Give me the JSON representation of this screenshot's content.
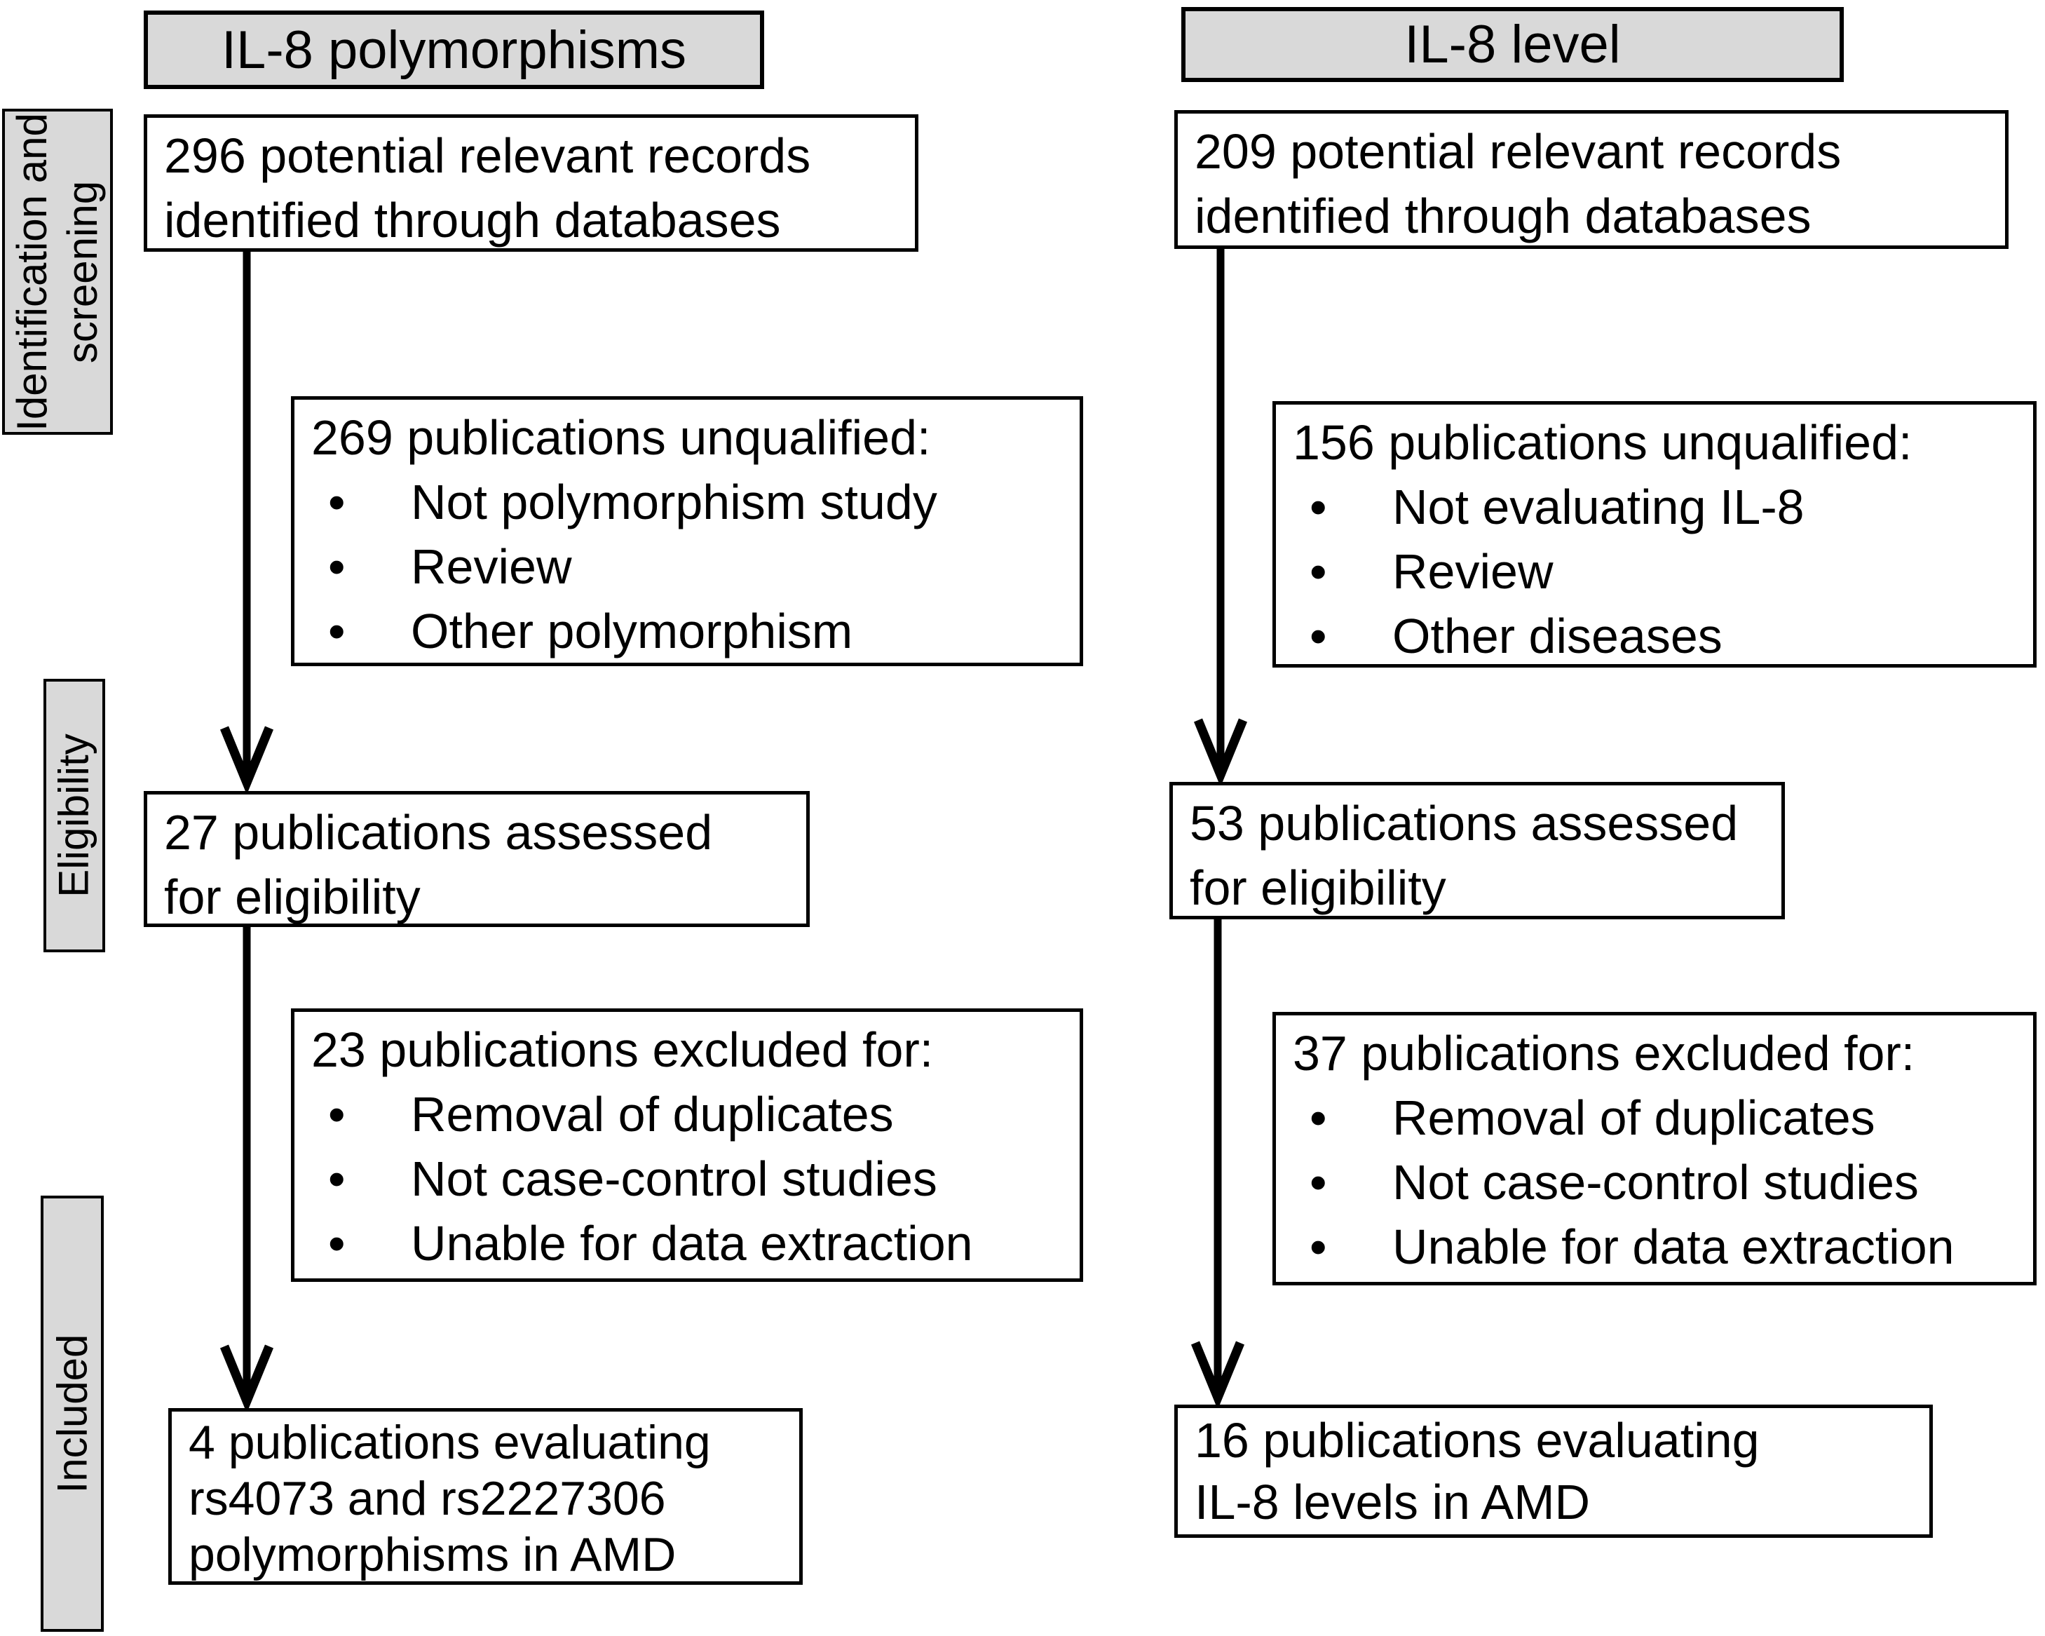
{
  "bullet_glyph": "•",
  "colors": {
    "stage_fill": "#d9d9d9",
    "box_fill": "#ffffff",
    "border": "#000000"
  },
  "stages": [
    {
      "lines": [
        "Identification and",
        "screening"
      ]
    },
    {
      "lines": [
        "Eligibility"
      ]
    },
    {
      "lines": [
        "Included"
      ]
    }
  ],
  "columns": [
    {
      "header": "IL-8 polymorphisms",
      "identified": {
        "lines": [
          "296 potential relevant records",
          "identified through databases"
        ]
      },
      "unqualified": {
        "title": "269 publications unqualified:",
        "bullets": [
          "Not polymorphism study",
          "Review",
          "Other polymorphism"
        ]
      },
      "assessed": {
        "lines": [
          "27 publications assessed",
          "for eligibility"
        ]
      },
      "excluded": {
        "title": "23 publications excluded for:",
        "bullets": [
          "Removal of duplicates",
          "Not case-control studies",
          "Unable for data extraction"
        ]
      },
      "included": {
        "lines": [
          "4 publications evaluating",
          "rs4073 and rs2227306",
          "polymorphisms in AMD"
        ]
      }
    },
    {
      "header": "IL-8 level",
      "identified": {
        "lines": [
          "209 potential relevant records",
          "identified through databases"
        ]
      },
      "unqualified": {
        "title": "156 publications unqualified:",
        "bullets": [
          "Not evaluating IL-8",
          "Review",
          "Other diseases"
        ]
      },
      "assessed": {
        "lines": [
          "53 publications assessed",
          "for eligibility"
        ]
      },
      "excluded": {
        "title": "37 publications excluded for:",
        "bullets": [
          "Removal of duplicates",
          "Not case-control studies",
          "Unable for data extraction"
        ]
      },
      "included": {
        "lines": [
          "16 publications evaluating",
          "IL-8 levels in AMD"
        ]
      }
    }
  ]
}
